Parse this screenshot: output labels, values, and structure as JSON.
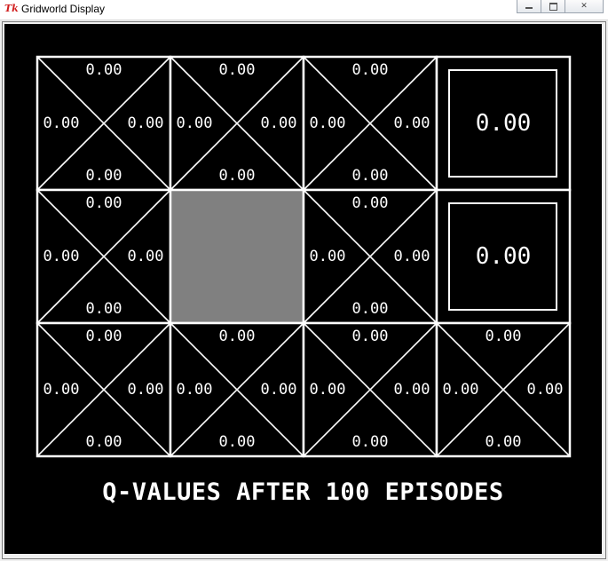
{
  "window": {
    "title": "Gridworld Display",
    "icon": "tk-feather-icon",
    "app_icon_text": "Tk"
  },
  "grid": {
    "rows": 3,
    "cols": 4,
    "cells": [
      [
        {
          "type": "q",
          "north": "0.00",
          "south": "0.00",
          "west": "0.00",
          "east": "0.00"
        },
        {
          "type": "q",
          "north": "0.00",
          "south": "0.00",
          "west": "0.00",
          "east": "0.00"
        },
        {
          "type": "q",
          "north": "0.00",
          "south": "0.00",
          "west": "0.00",
          "east": "0.00"
        },
        {
          "type": "terminal",
          "value": "0.00"
        }
      ],
      [
        {
          "type": "q",
          "north": "0.00",
          "south": "0.00",
          "west": "0.00",
          "east": "0.00"
        },
        {
          "type": "wall"
        },
        {
          "type": "q",
          "north": "0.00",
          "south": "0.00",
          "west": "0.00",
          "east": "0.00"
        },
        {
          "type": "terminal",
          "value": "0.00"
        }
      ],
      [
        {
          "type": "q",
          "north": "0.00",
          "south": "0.00",
          "west": "0.00",
          "east": "0.00"
        },
        {
          "type": "q",
          "north": "0.00",
          "south": "0.00",
          "west": "0.00",
          "east": "0.00"
        },
        {
          "type": "q",
          "north": "0.00",
          "south": "0.00",
          "west": "0.00",
          "east": "0.00"
        },
        {
          "type": "q",
          "north": "0.00",
          "south": "0.00",
          "west": "0.00",
          "east": "0.00"
        }
      ]
    ]
  },
  "caption": "Q-VALUES AFTER 100 EPISODES",
  "colors": {
    "background": "#000000",
    "lines": "#ffffff",
    "text": "#ffffff",
    "wall": "#808080"
  }
}
